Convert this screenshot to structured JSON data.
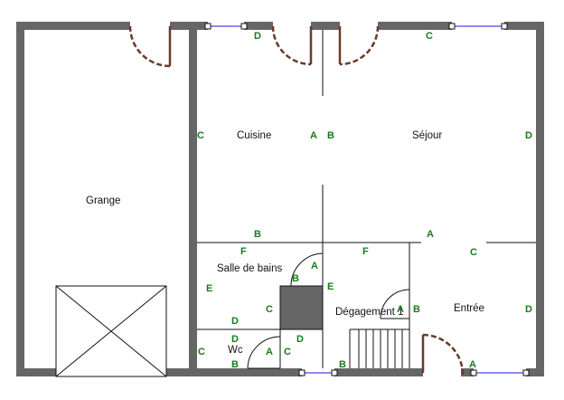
{
  "colors": {
    "wall": "#666666",
    "line": "#111111",
    "door": "#6b3a2a",
    "window": "#1a1acc",
    "marker": "#1a7a1a",
    "column": "#666666",
    "background": "#ffffff"
  },
  "rooms": {
    "grange": "Grange",
    "cuisine": "Cuisine",
    "sejour": "Séjour",
    "salle_de_bains": "Salle de bains",
    "degagement": "Dégagement 1",
    "entree": "Entrée",
    "wc": "Wc"
  },
  "markers": {
    "cuisine_c": "C",
    "cuisine_a": "A",
    "sejour_b": "B",
    "sejour_d": "D",
    "top_d": "D",
    "top_c": "C",
    "mid_b": "B",
    "mid_a": "A",
    "sdb_f": "F",
    "deg_f": "F",
    "entree_c": "C",
    "sdb_a": "A",
    "sdb_b": "B",
    "sdb_e_left": "E",
    "sdb_e_right": "E",
    "sdb_c": "C",
    "sdb_d": "D",
    "deg_a": "A",
    "entree_b": "B",
    "entree_d": "D",
    "wc_d_top": "D",
    "wc_c_left": "C",
    "wc_a": "A",
    "wc_c_right": "C",
    "wc_d_right": "D",
    "wc_b": "B",
    "stairs_b": "B",
    "entree_a": "A"
  }
}
